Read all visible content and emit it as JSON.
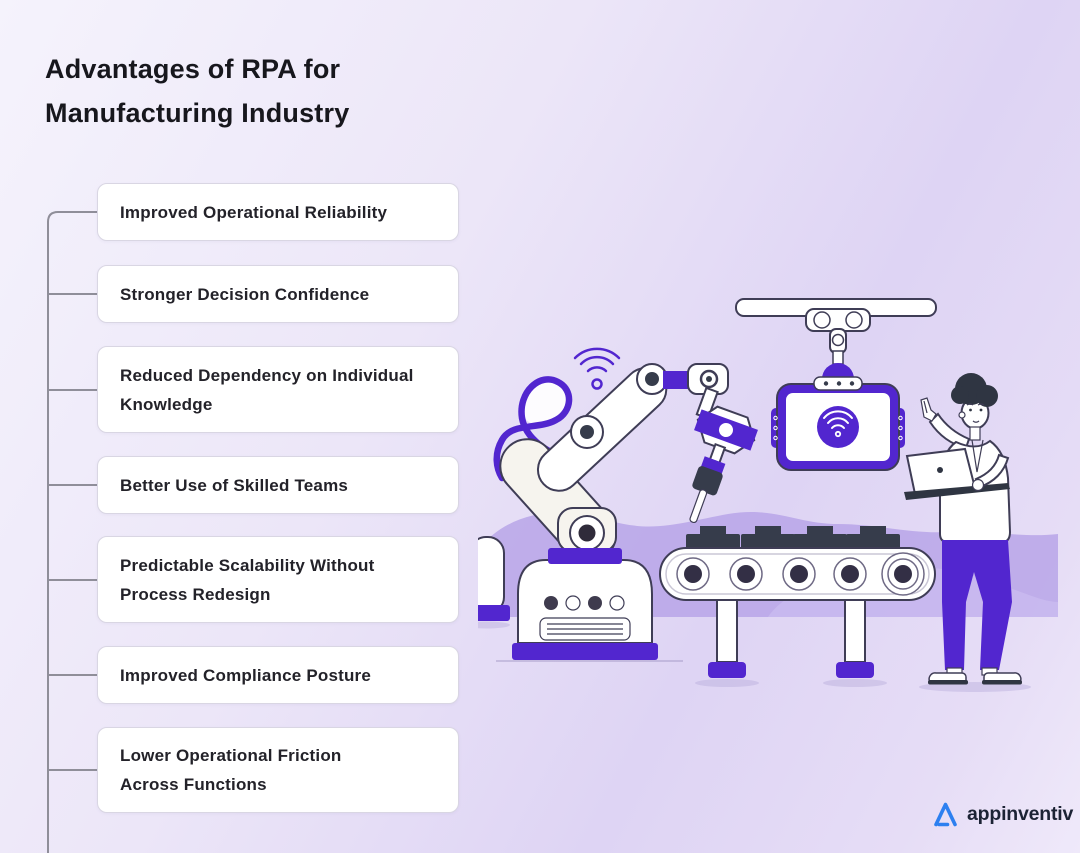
{
  "title": "Advantages of RPA for Manufacturing Industry",
  "advantages": [
    {
      "label": "Improved Operational Reliability"
    },
    {
      "label": "Stronger Decision Confidence"
    },
    {
      "label": "Reduced Dependency on Individual Knowledge"
    },
    {
      "label": "Better Use of Skilled Teams"
    },
    {
      "label": "Predictable Scalability Without Process Redesign"
    },
    {
      "label": "Improved Compliance Posture"
    },
    {
      "label": "Lower Operational Friction Across Functions"
    }
  ],
  "brand": {
    "name": "appinventiv"
  },
  "icons": {
    "arm_signal": "wifi-icon",
    "display_center": "wifi-icon",
    "brand_mark": "appinventiv-triangle-icon"
  },
  "colors": {
    "accent": "#5226cf",
    "dark": "#363c4b",
    "outline": "#3f3d56",
    "hill": "#b5a1e7",
    "hillLight": "#cdbff1",
    "connector": "#8f8e99",
    "boxBorder": "#d9d6e3",
    "ink": "#17171d",
    "logoBlue": "#2d80f0"
  }
}
